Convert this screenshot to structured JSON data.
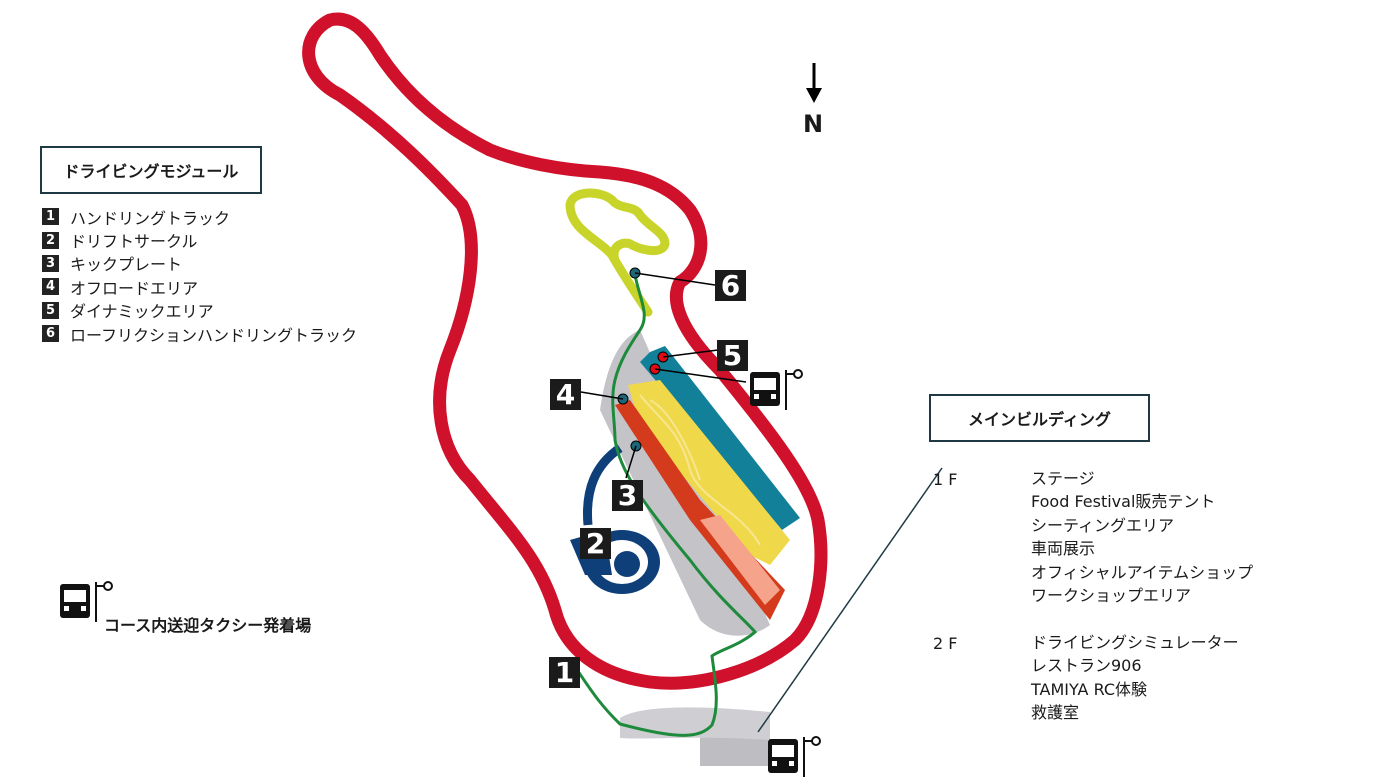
{
  "compass": {
    "label": "N"
  },
  "driving_module": {
    "title": "ドライビングモジュール",
    "items": [
      {
        "num": "1",
        "label": "ハンドリングトラック"
      },
      {
        "num": "2",
        "label": "ドリフトサークル"
      },
      {
        "num": "3",
        "label": "キックプレート"
      },
      {
        "num": "4",
        "label": "オフロードエリア"
      },
      {
        "num": "5",
        "label": "ダイナミックエリア"
      },
      {
        "num": "6",
        "label": "ローフリクションハンドリングトラック"
      }
    ]
  },
  "map_badges": [
    "1",
    "2",
    "3",
    "4",
    "5",
    "6"
  ],
  "taxi": {
    "label": "コース内送迎タクシー発着場",
    "icon": "bus-stop-icon"
  },
  "main_building": {
    "title": "メインビルディング",
    "floors": [
      {
        "floor": "1 F",
        "items": [
          "ステージ",
          "Food Festival販売テント",
          "シーティングエリア",
          "車両展示",
          "オフィシャルアイテムショップ",
          "ワークショップエリア"
        ]
      },
      {
        "floor": "2 F",
        "items": [
          "ドライビングシミュレーター",
          "レストラン906",
          "TAMIYA RC体験",
          "救護室"
        ]
      }
    ]
  },
  "colors": {
    "outer_track": "#d0112b",
    "handling_track": "#1e8a3c",
    "low_friction": "#c8d42a",
    "dynamic_area": "#13809a",
    "kick_plate": "#e6d44a",
    "offroad": "#d43a1c",
    "drift_circle": "#0e3f79",
    "paved": "#bdbdc2",
    "badge": "#1b1b1b",
    "marker_red": "#e10b17",
    "marker_teal": "#1c6678"
  }
}
